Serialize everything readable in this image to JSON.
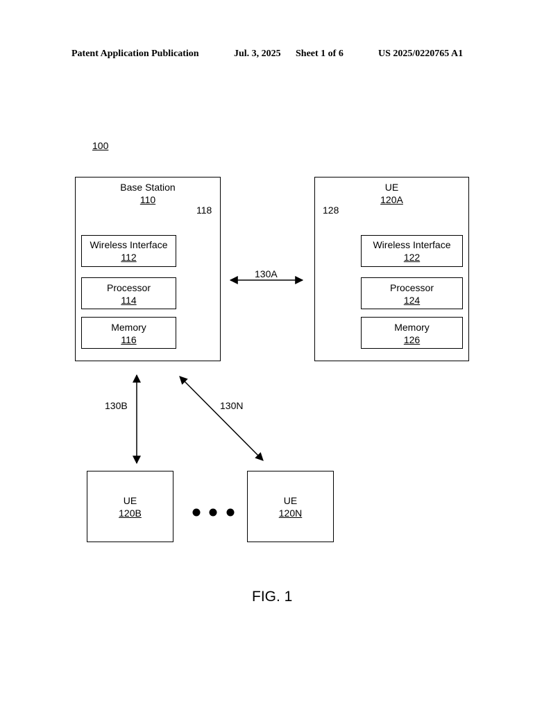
{
  "header": {
    "publication": "Patent Application Publication",
    "date": "Jul. 3, 2025",
    "sheet": "Sheet 1 of 6",
    "number": "US 2025/0220765 A1"
  },
  "figure_ref": "100",
  "base_station": {
    "title": "Base Station",
    "ref": "110",
    "antenna_ref": "118",
    "wireless_interface": {
      "label": "Wireless Interface",
      "ref": "112"
    },
    "processor": {
      "label": "Processor",
      "ref": "114"
    },
    "memory": {
      "label": "Memory",
      "ref": "116"
    }
  },
  "ue_a": {
    "title": "UE",
    "ref": "120A",
    "antenna_ref": "128",
    "wireless_interface": {
      "label": "Wireless Interface",
      "ref": "122"
    },
    "processor": {
      "label": "Processor",
      "ref": "124"
    },
    "memory": {
      "label": "Memory",
      "ref": "126"
    }
  },
  "ue_b": {
    "title": "UE",
    "ref": "120B"
  },
  "ue_n": {
    "title": "UE",
    "ref": "120N"
  },
  "links": {
    "a": "130A",
    "b": "130B",
    "n": "130N"
  },
  "caption": "FIG. 1"
}
